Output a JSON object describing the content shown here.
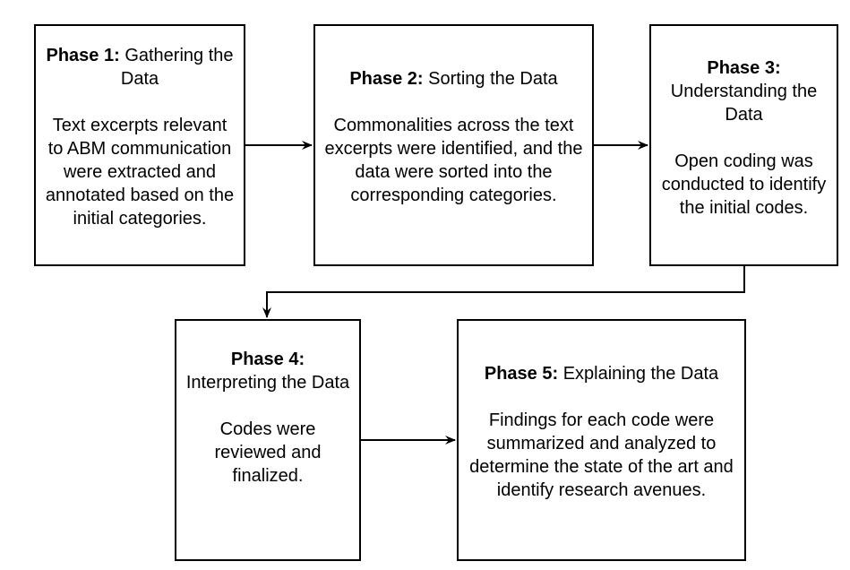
{
  "phases": [
    {
      "label": "Phase 1:",
      "title": "Gathering the Data",
      "description": "Text excerpts relevant to ABM communication were extracted and annotated based on the initial categories."
    },
    {
      "label": "Phase 2:",
      "title": "Sorting the Data",
      "description": "Commonalities across the text excerpts were identified, and the data were sorted into the corresponding categories."
    },
    {
      "label": "Phase 3:",
      "title": "Understanding the Data",
      "description": "Open coding was conducted to identify the initial codes."
    },
    {
      "label": "Phase 4:",
      "title": "Interpreting the Data",
      "description": "Codes were reviewed and finalized."
    },
    {
      "label": "Phase 5:",
      "title": "Explaining the Data",
      "description": "Findings for each code were summarized and analyzed to determine the state of the art and identify research avenues."
    }
  ],
  "colors": {
    "stroke": "#000000",
    "background": "#ffffff"
  }
}
